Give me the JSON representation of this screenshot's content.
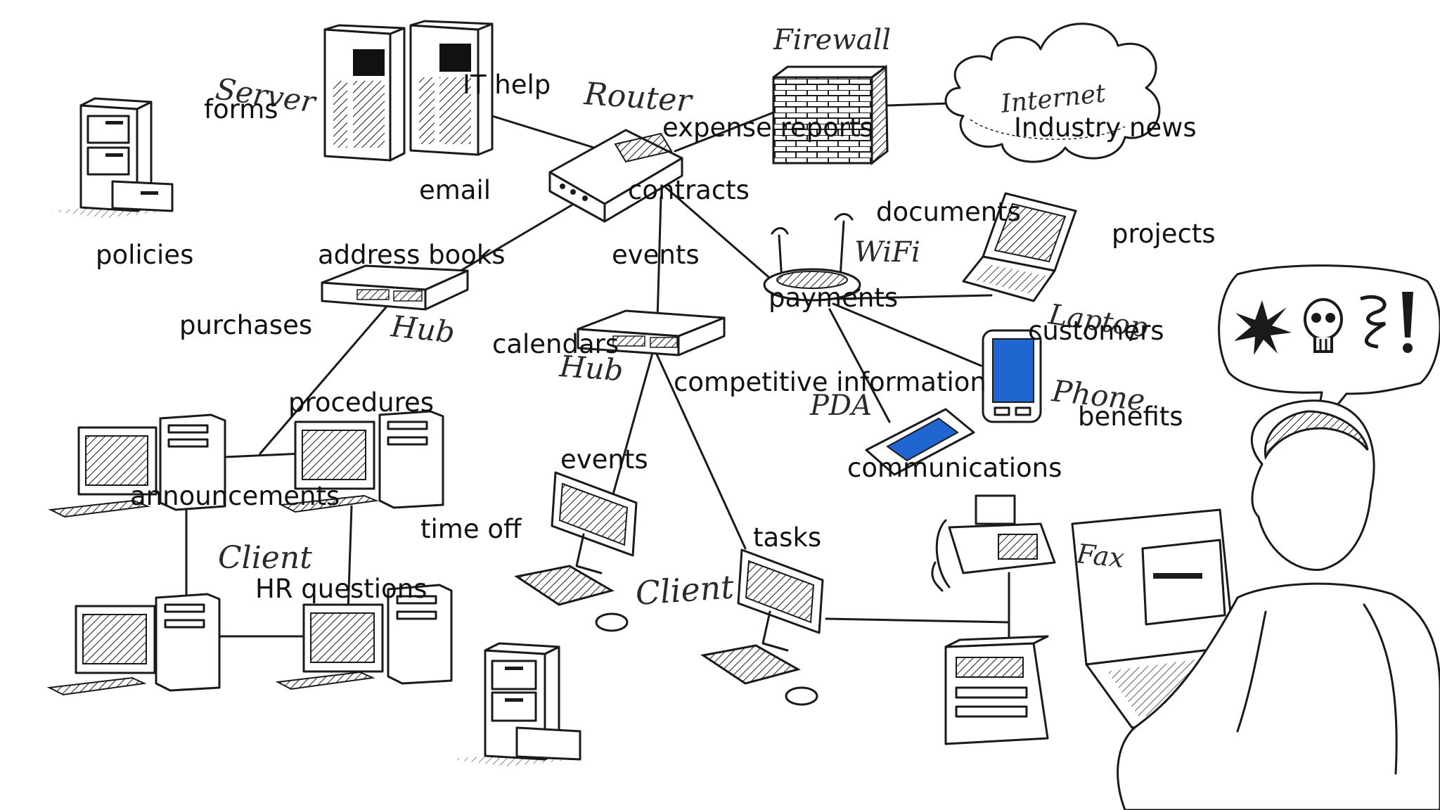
{
  "device_labels": {
    "server": "Server",
    "router": "Router",
    "firewall": "Firewall",
    "internet": "Internet",
    "wifi": "WiFi",
    "laptop": "Laptop",
    "phone": "Phone",
    "pda": "PDA",
    "hub_left": "Hub",
    "hub_center": "Hub",
    "client_left": "Client",
    "client_center": "Client",
    "fax": "Fax"
  },
  "topics": {
    "forms": "forms",
    "it_help": "IT help",
    "expense_reports": "expense reports",
    "industry_news": "Industry news",
    "email": "email",
    "contracts": "contracts",
    "documents": "documents",
    "projects": "projects",
    "policies": "policies",
    "address_books": "address books",
    "events_top": "events",
    "payments": "payments",
    "customers": "customers",
    "purchases": "purchases",
    "calendars": "calendars",
    "competitive_information": "competitive information",
    "benefits": "benefits",
    "procedures": "procedures",
    "events_mid": "events",
    "communications": "communications",
    "announcements": "announcements",
    "time_off": "time off",
    "tasks": "tasks",
    "hr_questions": "HR questions"
  },
  "colors": {
    "ink": "#1a1a1a",
    "screen_blue": "#1f66d1",
    "label_text": "#111111"
  },
  "icons": {
    "speech_bubble_symbols": [
      "splat-icon",
      "skull-icon",
      "swirl-icon",
      "exclamation-icon"
    ]
  }
}
